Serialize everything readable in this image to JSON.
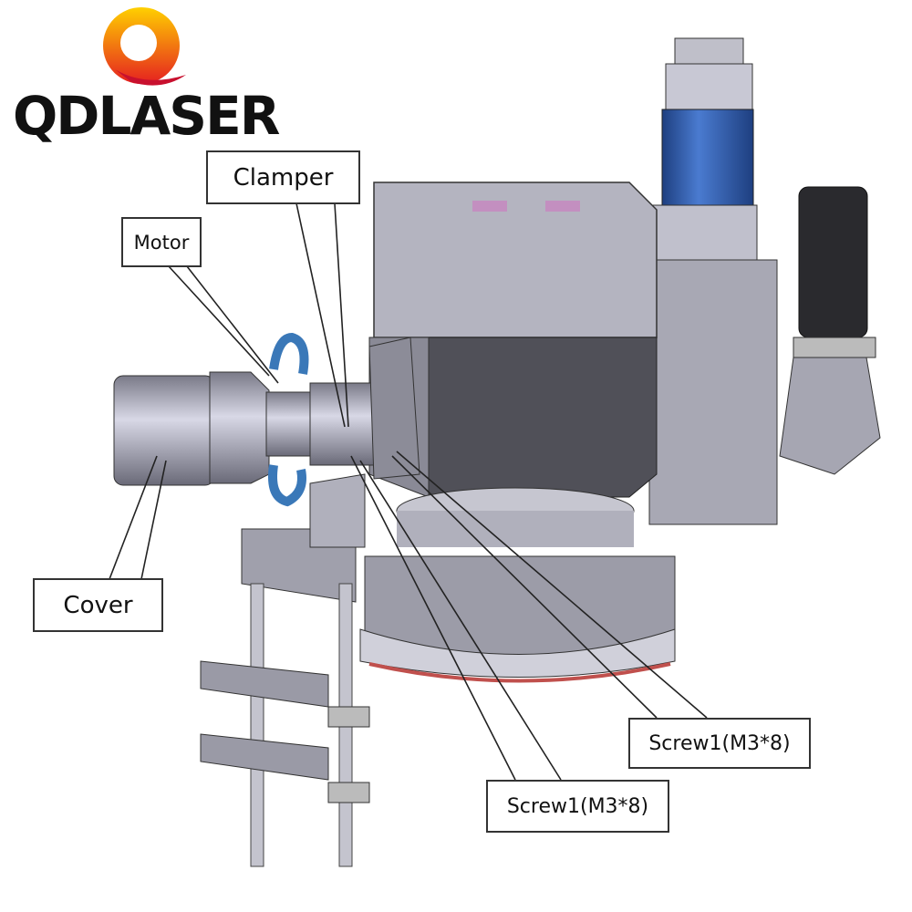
{
  "logo": {
    "text": "QDLASER",
    "colors": {
      "orange": "#f39a1e",
      "red": "#e60012",
      "black": "#111111"
    }
  },
  "callouts": {
    "clamper": "Clamper",
    "motor": "Motor",
    "cover": "Cover",
    "screw_a": "Screw1(M3*8)",
    "screw_b": "Screw1(M3*8)"
  },
  "colors": {
    "body": "#9a9aa6",
    "dark": "#4a4a52",
    "light": "#c8c8d6",
    "blue": "#2d5fb0",
    "arrow": "#3a78b8"
  }
}
